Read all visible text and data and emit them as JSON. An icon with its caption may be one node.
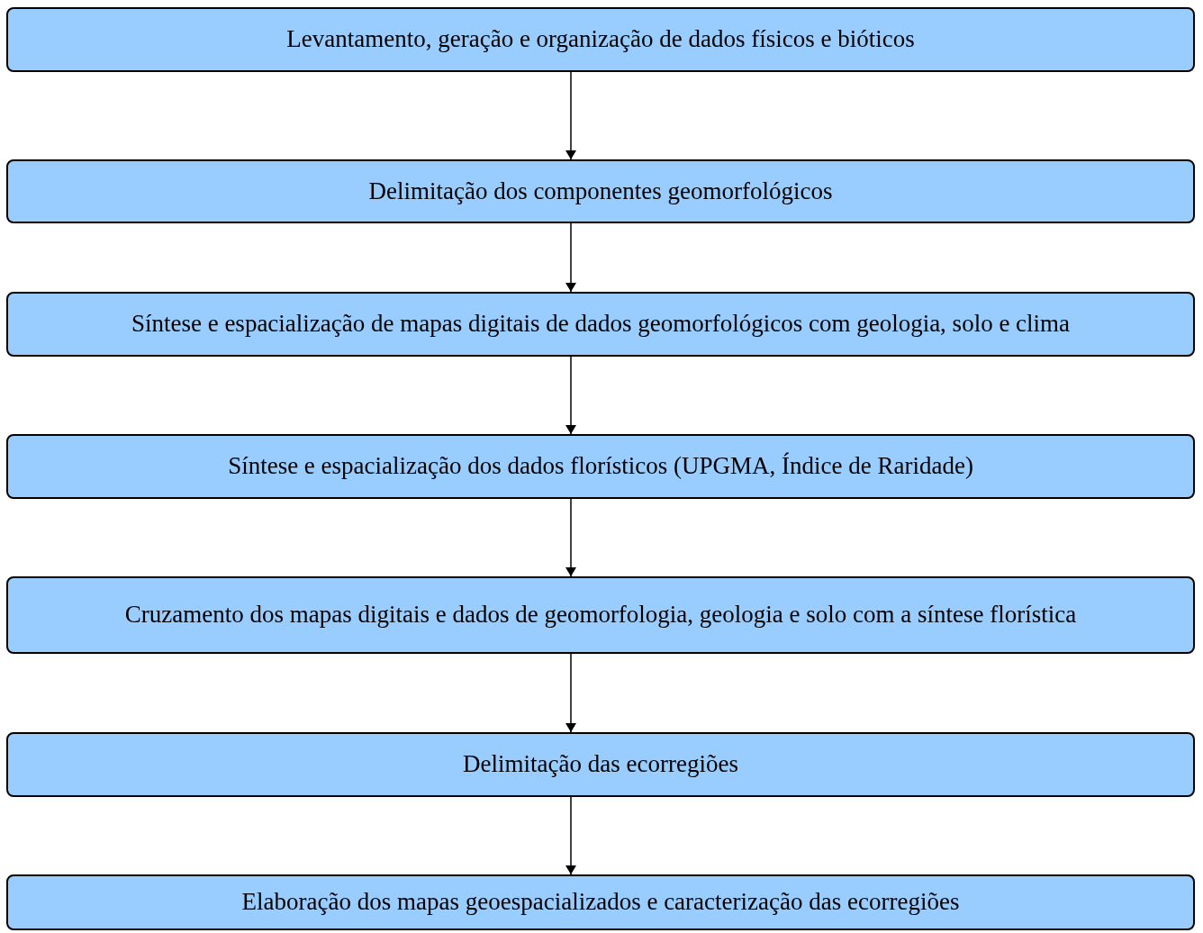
{
  "diagram": {
    "nodes": [
      {
        "text": [
          "Levantamento, geração e organização de dados físicos e bióticos"
        ]
      },
      {
        "text": [
          "Delimitação dos componentes geomorfológicos"
        ]
      },
      {
        "text": [
          "Síntese e espacialização de mapas digitais de dados geomorfológicos com geologia, solo e clima"
        ]
      },
      {
        "text": [
          "Síntese e espacialização dos dados florísticos (UPGMA, Índice de Raridade)"
        ]
      },
      {
        "text": [
          "Cruzamento dos mapas digitais e dados de geomorfologia, geologia e solo com a síntese florística"
        ]
      },
      {
        "text": [
          "Delimitação das ecorregiões"
        ]
      },
      {
        "text": [
          "Elaboração dos mapas geoespacializados e caracterização das ecorregiões"
        ]
      }
    ],
    "edges": [
      {
        "from": 0,
        "to": 1,
        "arrow": "to"
      },
      {
        "from": 1,
        "to": 2,
        "arrow": "to"
      },
      {
        "from": 2,
        "to": 3,
        "arrow": "to"
      },
      {
        "from": 3,
        "to": 4,
        "arrow": "to"
      },
      {
        "from": 4,
        "to": 5,
        "arrow": "to"
      },
      {
        "from": 5,
        "to": 6,
        "arrow": "to"
      }
    ]
  }
}
